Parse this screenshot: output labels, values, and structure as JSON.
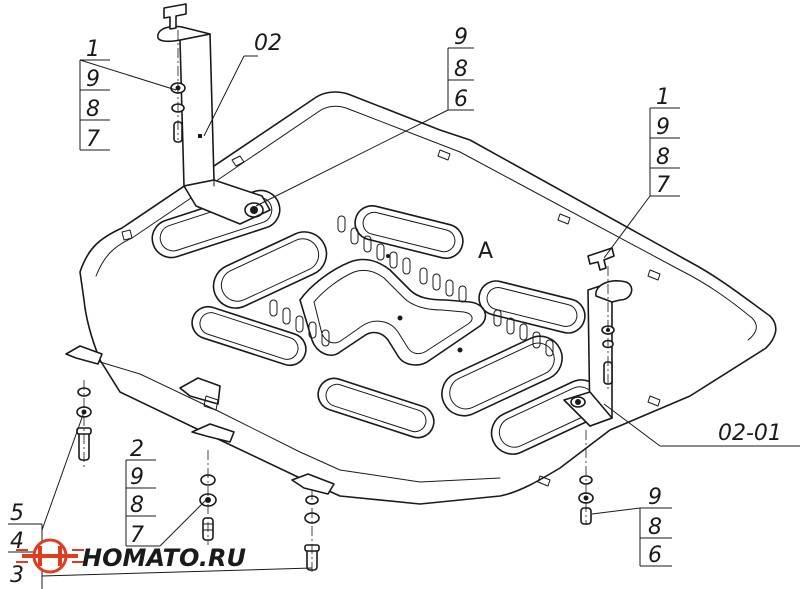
{
  "callouts": {
    "top_left_stack": [
      "1",
      "9",
      "8",
      "7"
    ],
    "bracket_left": "02",
    "center_stack": [
      "9",
      "8",
      "6"
    ],
    "right_stack": [
      "1",
      "9",
      "8",
      "7"
    ],
    "bracket_right": "02-01",
    "bottom_right_stack": [
      "9",
      "8",
      "6"
    ],
    "bottom_center_stack": [
      "2",
      "9",
      "8",
      "7"
    ],
    "bottom_left_stack": [
      "5",
      "4",
      "3"
    ],
    "plate_mark": "A"
  },
  "watermark": {
    "text": "HOMATO.RU",
    "accent_color": "#e03c1f"
  }
}
